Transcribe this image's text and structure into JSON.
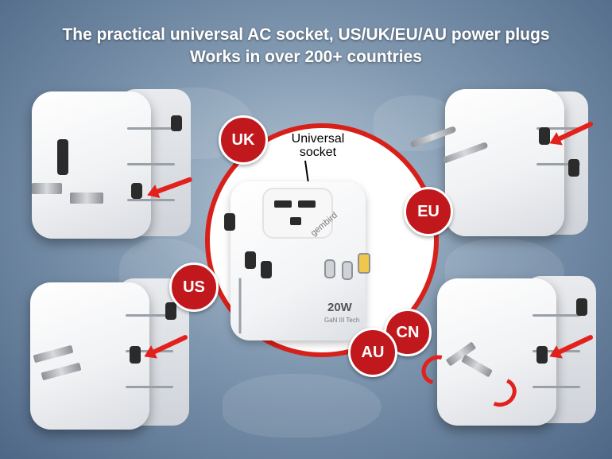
{
  "headline": {
    "line1": "The practical universal AC socket, US/UK/EU/AU power plugs",
    "line2": "Works in over 200+ countries"
  },
  "badges": {
    "uk": "UK",
    "eu": "EU",
    "us": "US",
    "au": "AU",
    "cn": "CN"
  },
  "center": {
    "socket_label_line1": "Universal",
    "socket_label_line2": "socket",
    "brand": "gembird",
    "wattage": "20W",
    "wattage_sub": "GaN III Tech"
  },
  "colors": {
    "accent_red": "#c0181d",
    "ring_red": "#d8201a",
    "arrow_red": "#e2211c",
    "headline_text": "#ffffff"
  }
}
